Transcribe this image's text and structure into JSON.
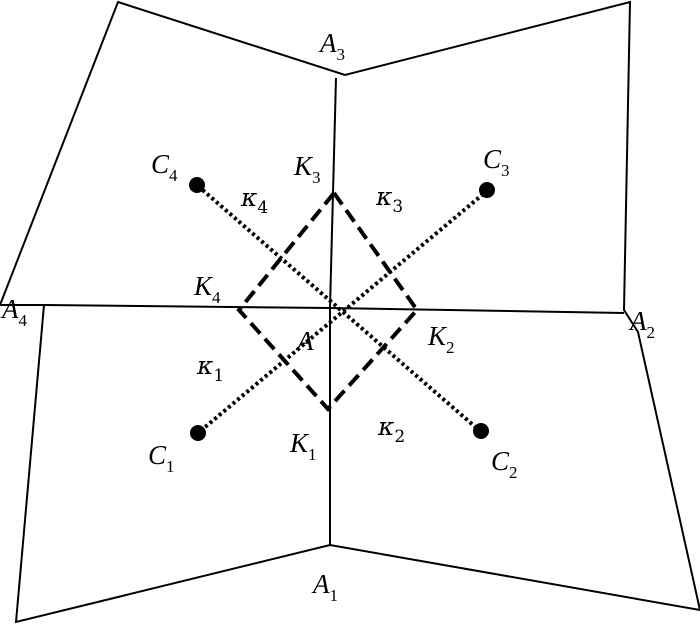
{
  "figure": {
    "vertices": {
      "center": {
        "base": "A",
        "sub": ""
      },
      "a1": {
        "base": "A",
        "sub": "1"
      },
      "a2": {
        "base": "A",
        "sub": "2"
      },
      "a3": {
        "base": "A",
        "sub": "3"
      },
      "a4": {
        "base": "A",
        "sub": "4"
      }
    },
    "centroids": {
      "c1": {
        "base": "C",
        "sub": "1"
      },
      "c2": {
        "base": "C",
        "sub": "2"
      },
      "c3": {
        "base": "C",
        "sub": "3"
      },
      "c4": {
        "base": "C",
        "sub": "4"
      }
    },
    "dual_nodes": {
      "k1": {
        "base": "K",
        "sub": "1"
      },
      "k2": {
        "base": "K",
        "sub": "2"
      },
      "k3": {
        "base": "K",
        "sub": "3"
      },
      "k4": {
        "base": "K",
        "sub": "4"
      }
    },
    "cells": {
      "kappa1": {
        "base": "κ",
        "sub": "1"
      },
      "kappa2": {
        "base": "κ",
        "sub": "2"
      },
      "kappa3": {
        "base": "κ",
        "sub": "3"
      },
      "kappa4": {
        "base": "κ",
        "sub": "4"
      }
    }
  }
}
